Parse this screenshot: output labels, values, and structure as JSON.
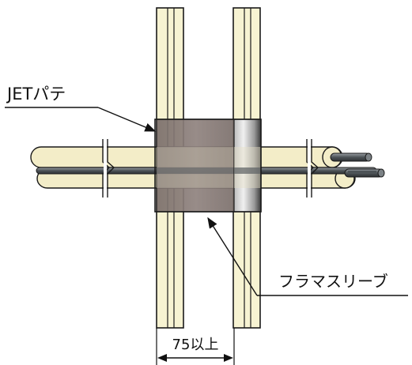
{
  "labels": {
    "putty": "JETパテ",
    "sleeve": "フラマスリーブ",
    "dimension": "75以上"
  },
  "colors": {
    "wall_fill": "#f7f3d2",
    "wall_line": "#1a1a1a",
    "cable_fill": "#f3edc8",
    "conductor": "#5b5f63",
    "putty": "#8c7f7b",
    "sleeve_dark": "#4a4a4a",
    "sleeve_light": "#d9d9d9",
    "sleeve_band": "#1c1c1c"
  }
}
